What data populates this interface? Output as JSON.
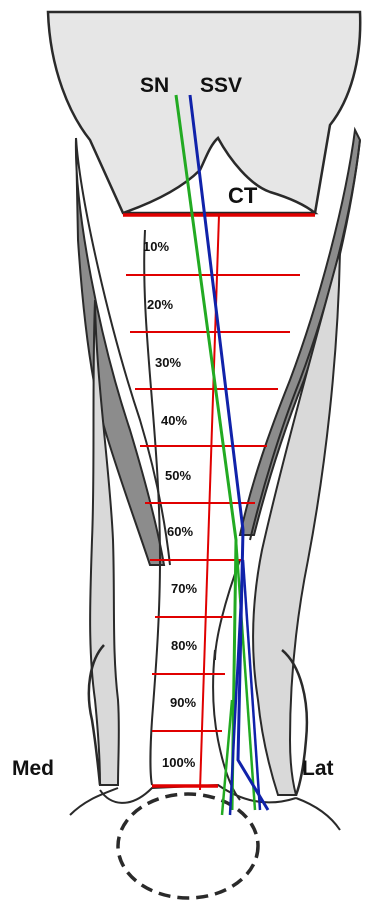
{
  "labels": {
    "sn": "SN",
    "ssv": "SSV",
    "ct": "CT",
    "medial": "Med",
    "lateral": "Lat"
  },
  "levels": [
    "10%",
    "20%",
    "30%",
    "40%",
    "50%",
    "60%",
    "70%",
    "80%",
    "90%",
    "100%"
  ],
  "colors": {
    "level_lines": "#e00000",
    "sural_nerve": "#22aa22",
    "small_saphenous_vein": "#1022aa",
    "outline": "#2a2a2a",
    "calf_fill": "#e6e6e6",
    "tendon_dark": "#8c8c8c",
    "tendon_light": "#d9d9d9"
  }
}
